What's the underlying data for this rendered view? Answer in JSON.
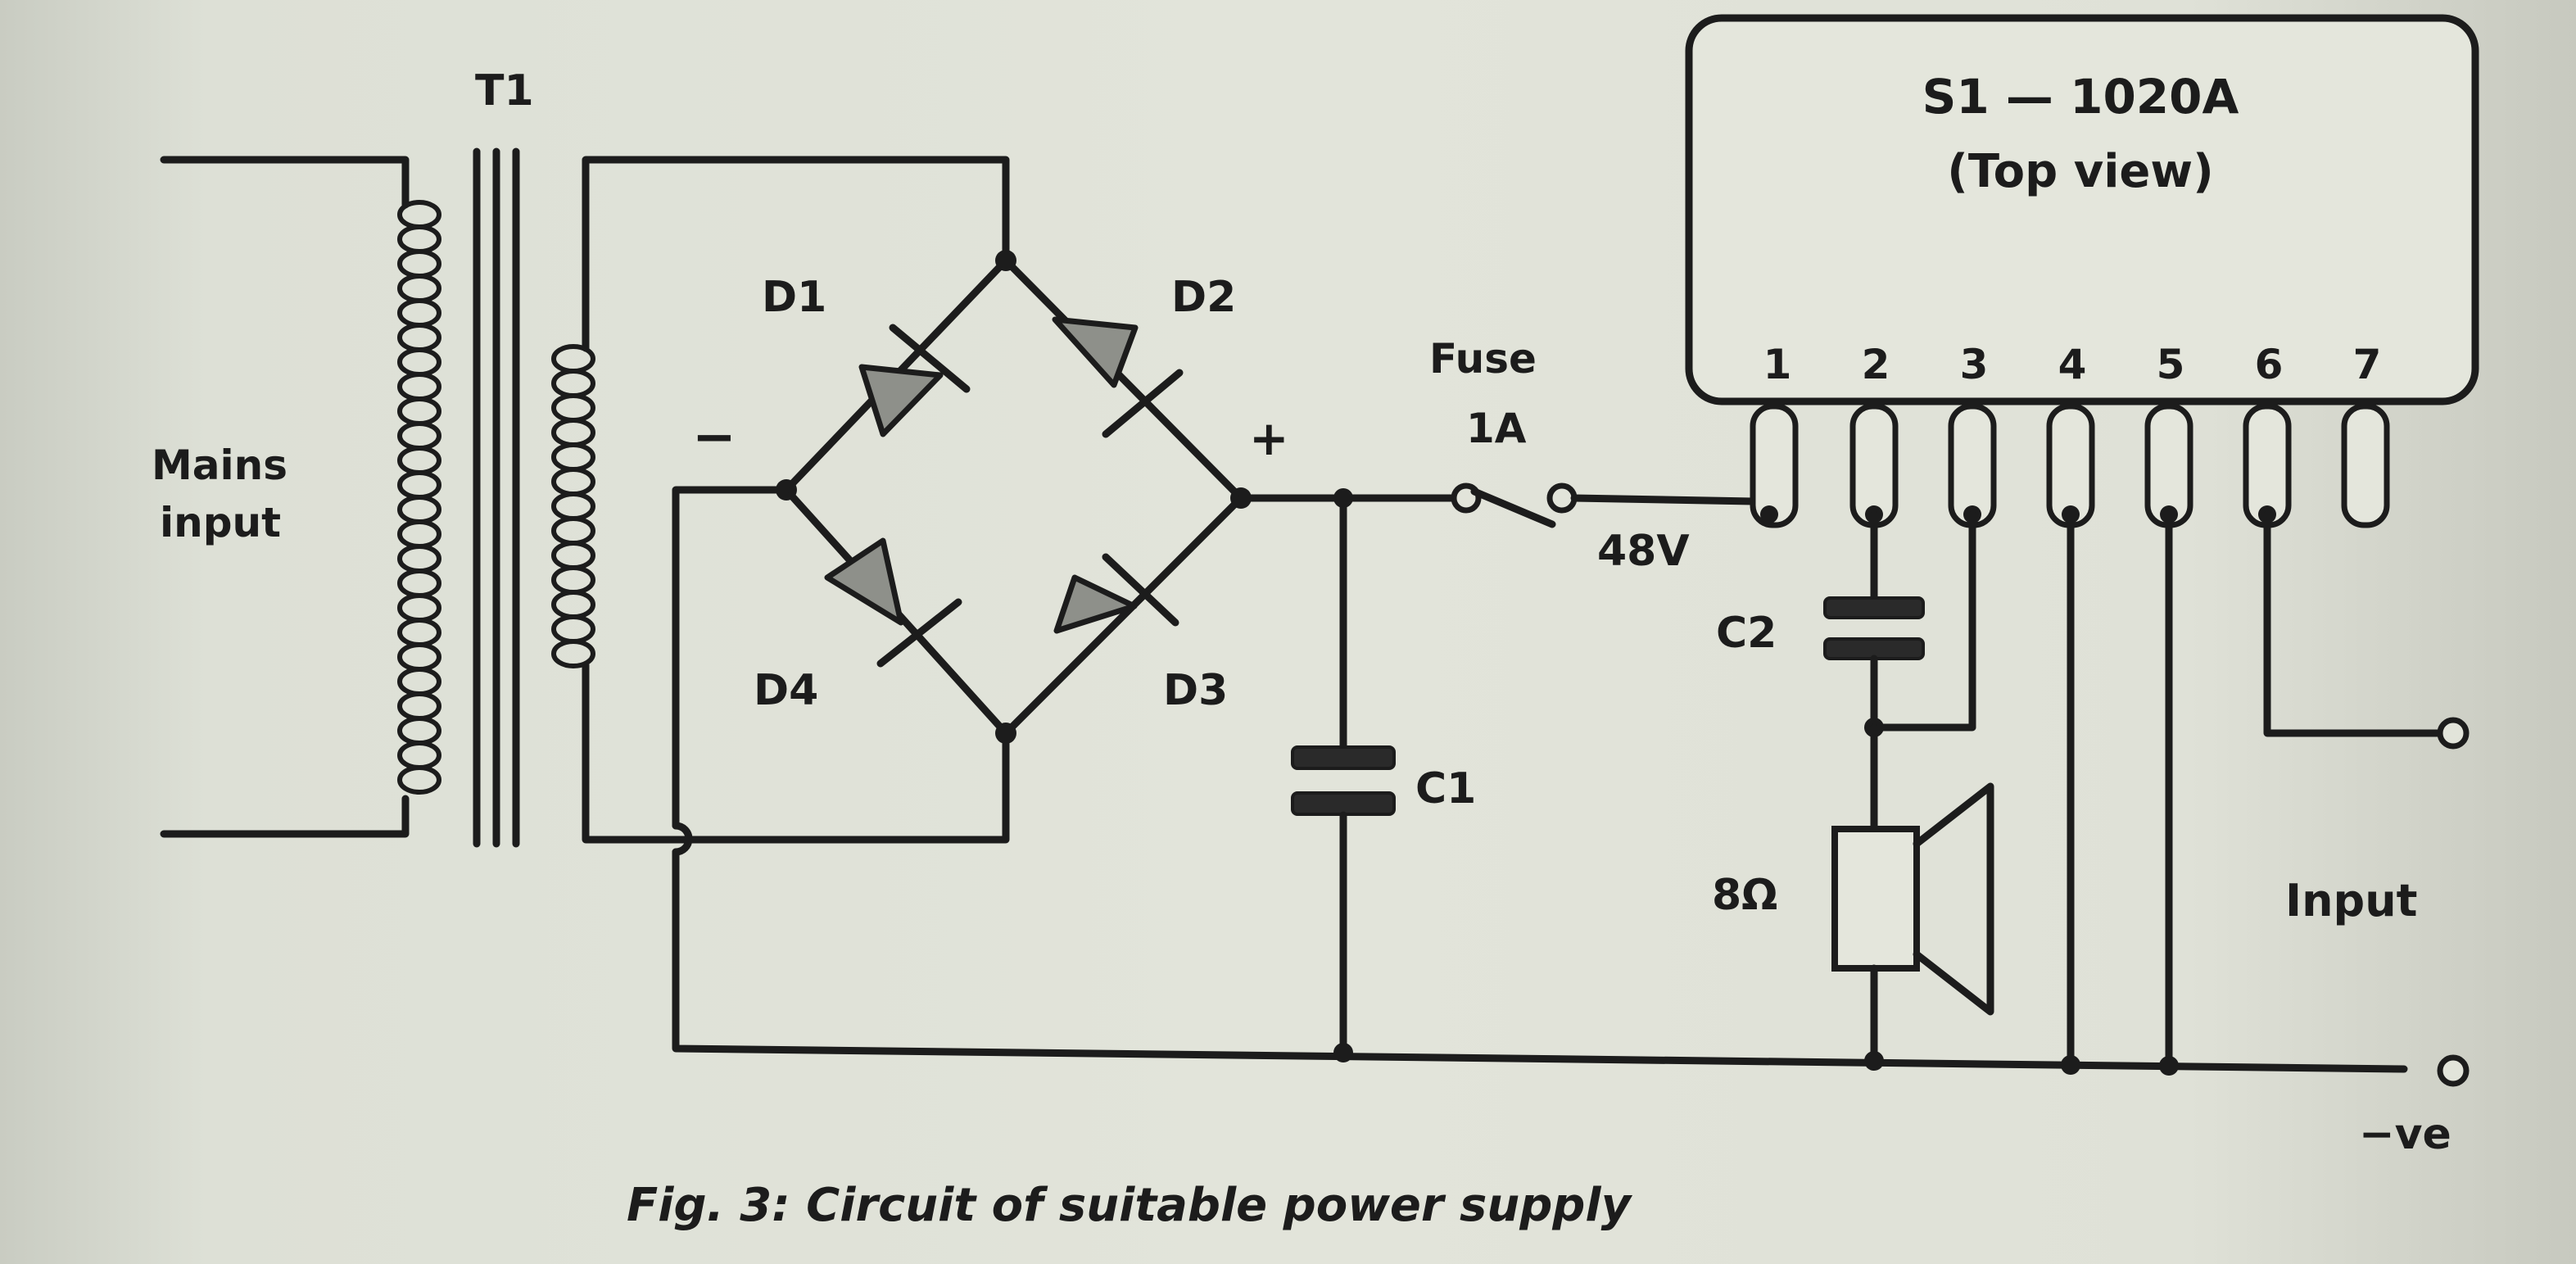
{
  "labels": {
    "transformer": "T1",
    "mains_input": [
      "Mains",
      "input"
    ],
    "minus": "−",
    "plus": "+",
    "d1": "D1",
    "d2": "D2",
    "d3": "D3",
    "d4": "D4",
    "fuse": [
      "Fuse",
      "1A"
    ],
    "voltage": "48V",
    "c1": "C1",
    "c2": "C2",
    "speaker": "8Ω",
    "input": "Input",
    "negative": "−ve"
  },
  "ic": {
    "title": "S1 — 1020A",
    "subtitle": "(Top view)",
    "pins": [
      "1",
      "2",
      "3",
      "4",
      "5",
      "6",
      "7"
    ]
  },
  "caption": "Fig. 3: Circuit of suitable power supply"
}
